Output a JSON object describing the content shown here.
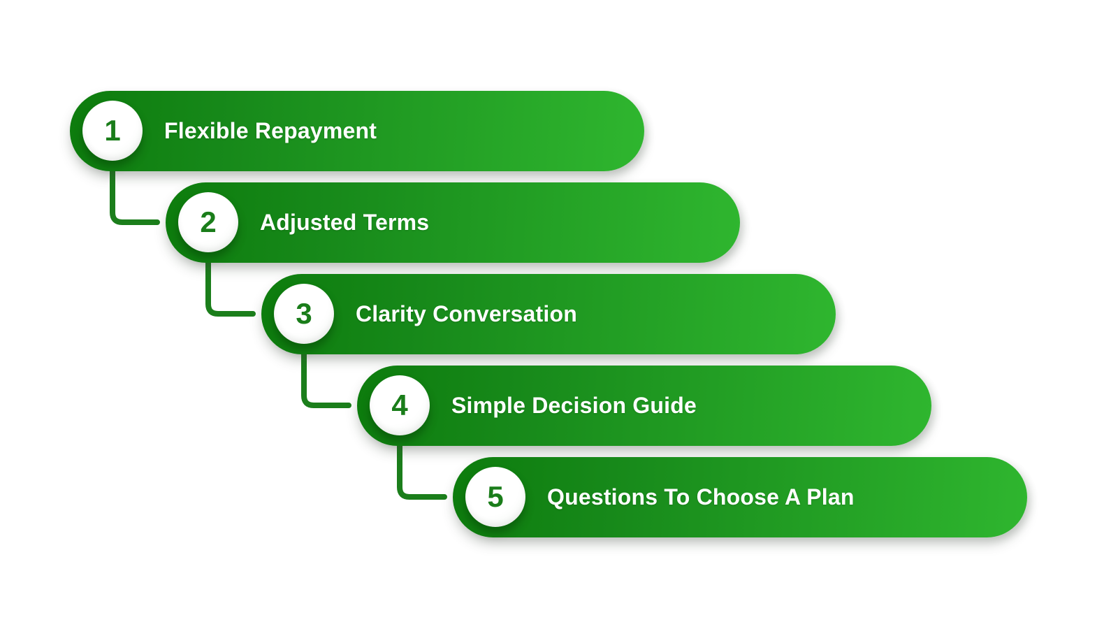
{
  "diagram": {
    "type": "stepped-process-infographic",
    "steps": [
      {
        "number": "1",
        "label": "Flexible Repayment"
      },
      {
        "number": "2",
        "label": "Adjusted Terms"
      },
      {
        "number": "3",
        "label": "Clarity Conversation"
      },
      {
        "number": "4",
        "label": "Simple Decision Guide"
      },
      {
        "number": "5",
        "label": "Questions To Choose A Plan"
      }
    ],
    "colors": {
      "bar_gradient_start": "#0d7c0d",
      "bar_gradient_end": "#2fb62f",
      "connector_line": "#1b7e1b",
      "circle_fill": "#ffffff",
      "number_text": "#1a7d1a",
      "label_text": "#ffffff",
      "background": "#ffffff"
    }
  }
}
